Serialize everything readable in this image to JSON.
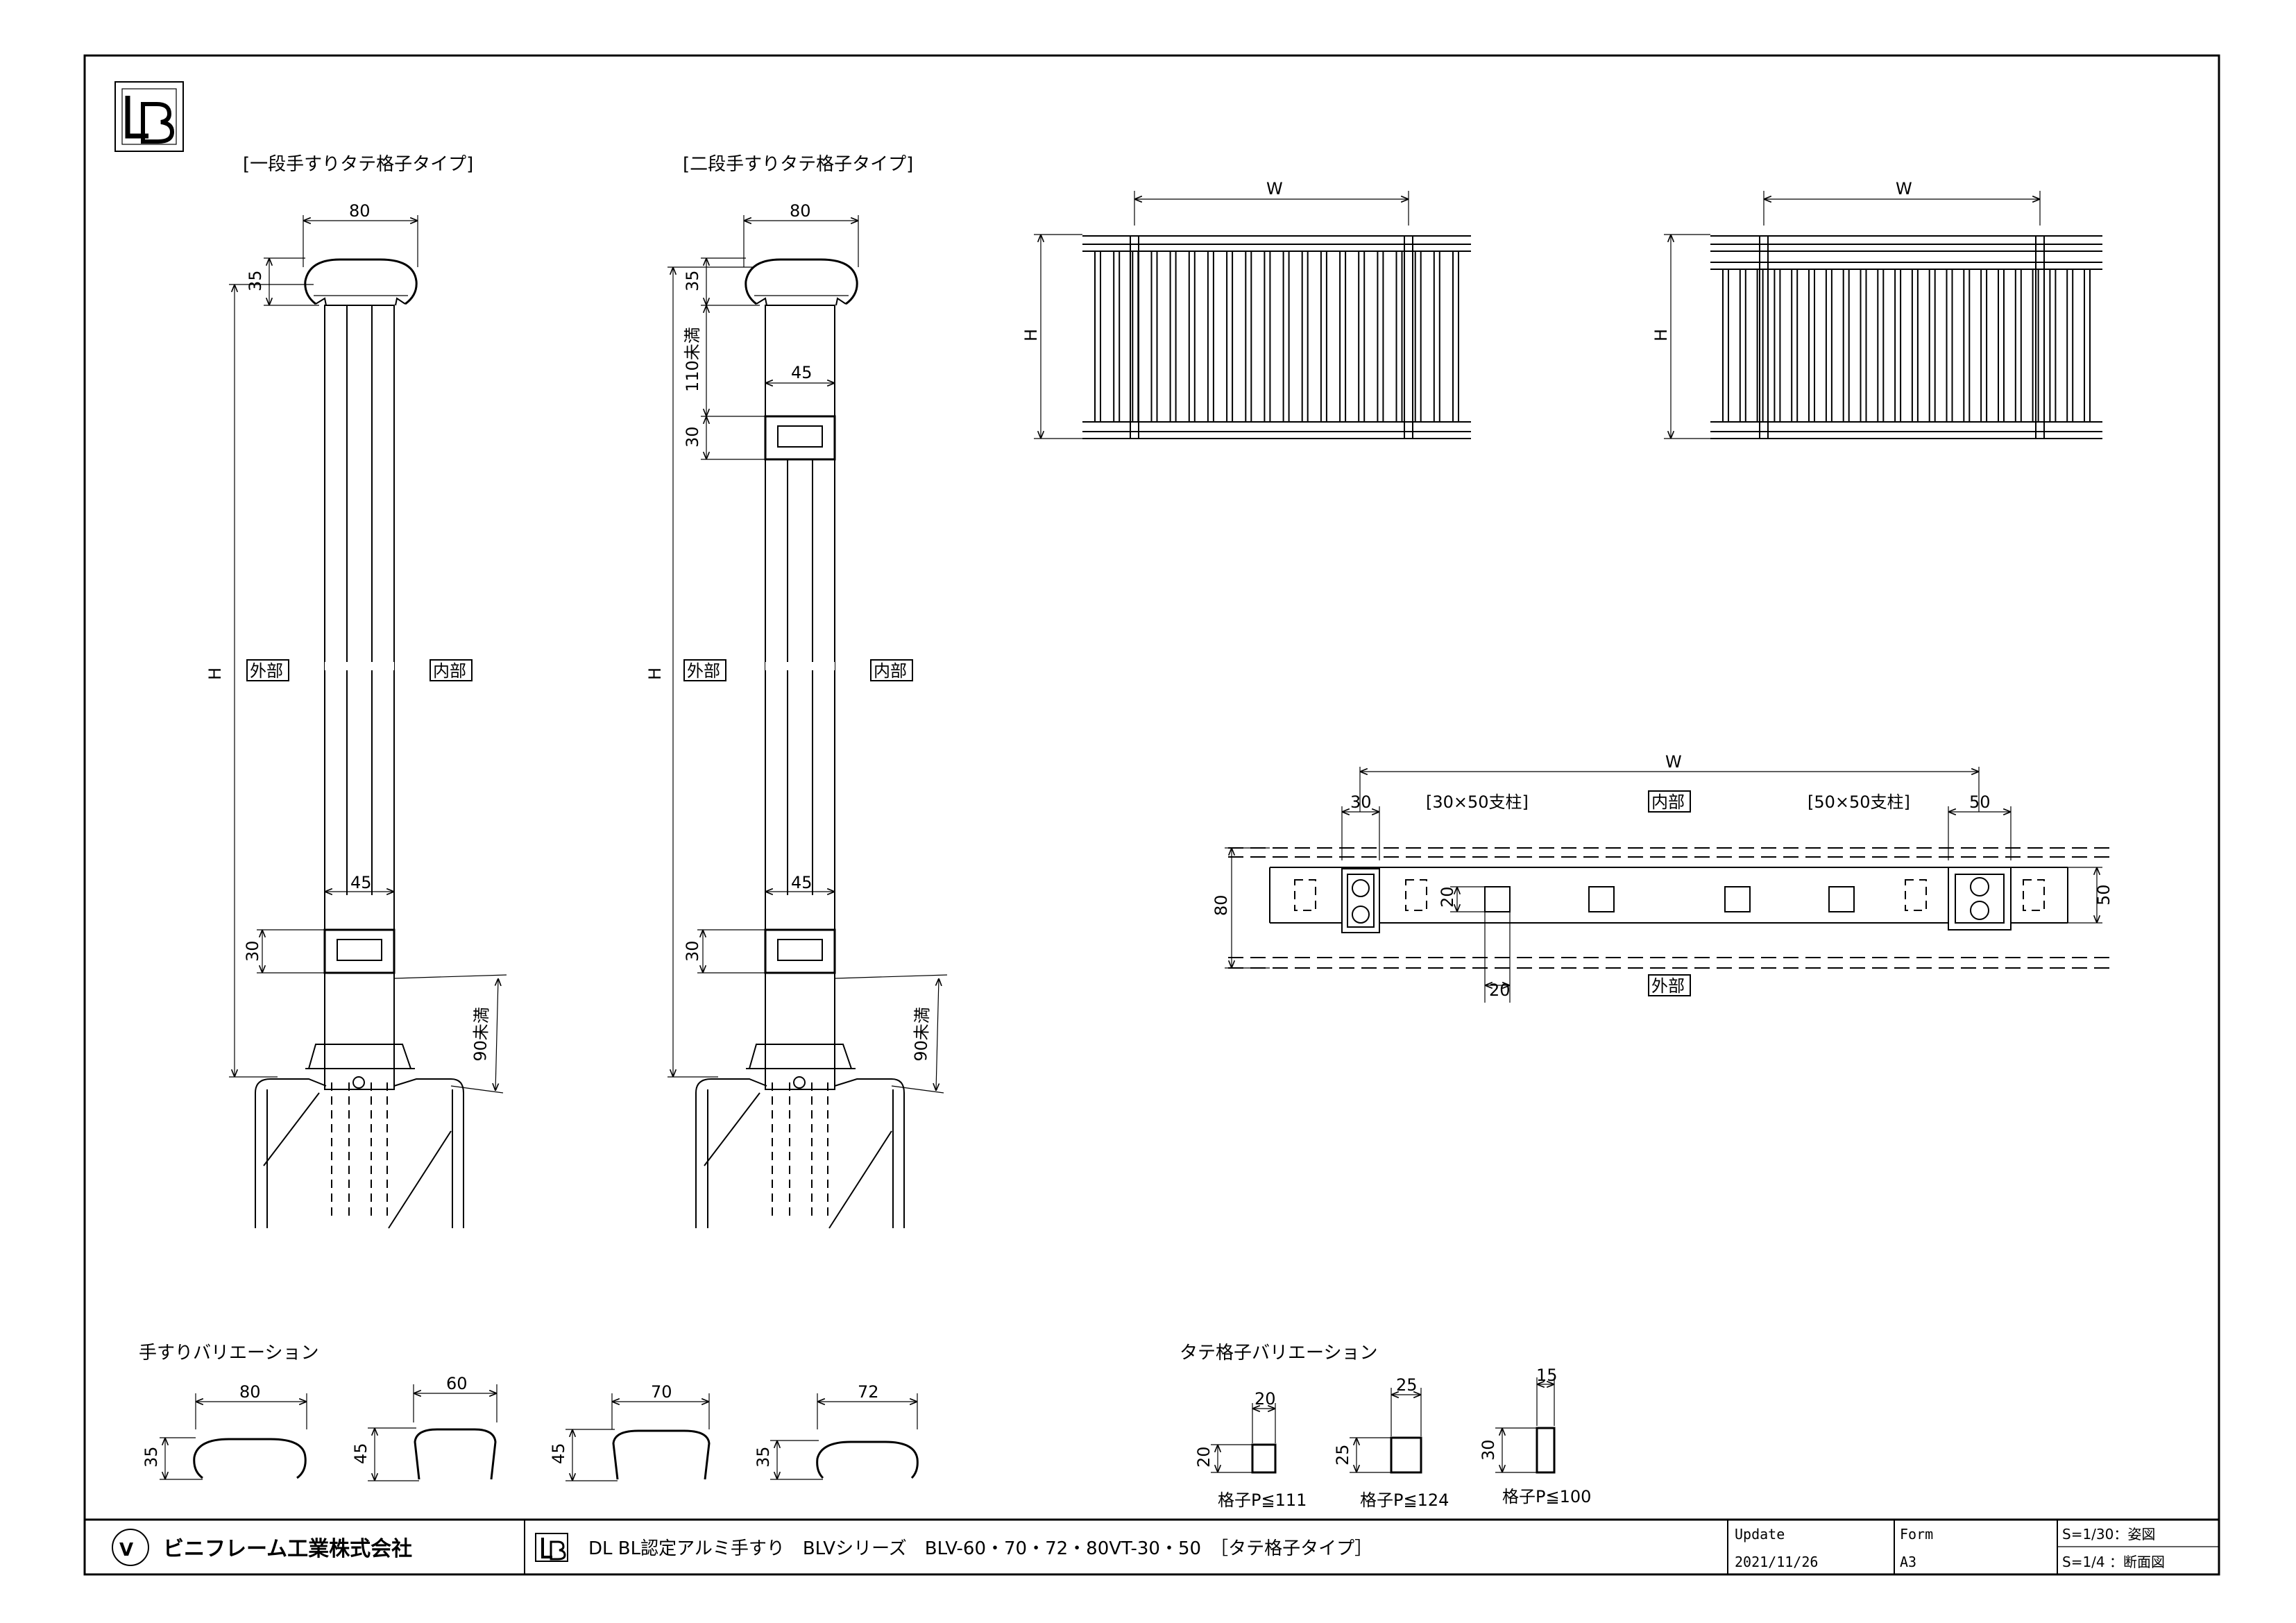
{
  "header": {
    "type_single": "[一段手すりタテ格子タイプ]",
    "type_double": "[二段手すりタテ格子タイプ]"
  },
  "single": {
    "width": "80",
    "rail_h": "35",
    "post_w": "45",
    "bottom_h": "30",
    "height": "H",
    "outside": "外部",
    "inside": "内部",
    "gap": "90未満"
  },
  "double": {
    "width": "80",
    "rail_h": "35",
    "gap_top": "110未満",
    "post_w_top": "45",
    "mid_h": "30",
    "post_w_bottom": "45",
    "bottom_h": "30",
    "height": "H",
    "outside": "外部",
    "inside": "内部",
    "gap": "90未満"
  },
  "elev1": {
    "w": "W",
    "h": "H"
  },
  "elev2": {
    "w": "W",
    "h": "H"
  },
  "plan": {
    "w": "W",
    "post30": "30",
    "label30": "[30×50支柱]",
    "inside": "内部",
    "label50": "[50×50支柱]",
    "post50": "50",
    "depth80": "80",
    "bar20v": "20",
    "bar20h": "20",
    "depth50": "50",
    "outside": "外部"
  },
  "rail_var": {
    "title": "手すりバリエーション",
    "items": [
      {
        "w": "80",
        "h": "35"
      },
      {
        "w": "60",
        "h": "45"
      },
      {
        "w": "70",
        "h": "45"
      },
      {
        "w": "72",
        "h": "35"
      }
    ]
  },
  "baluster_var": {
    "title": "タテ格子バリエーション",
    "items": [
      {
        "w": "20",
        "h": "20",
        "pitch": "格子P≦111"
      },
      {
        "w": "25",
        "h": "25",
        "pitch": "格子P≦124"
      },
      {
        "w": "15",
        "h": "30",
        "pitch": "格子P≦100"
      }
    ]
  },
  "title_block": {
    "company": "ビニフレーム工業株式会社",
    "drawing_title": "DL BL認定アルミ手すり　BLVシリーズ　BLV-60・70・72・80VT-30・50　［タテ格子タイプ］",
    "update_label": "Update",
    "update_value": "2021/11/26",
    "form_label": "Form",
    "form_value": "A3",
    "scale1": "S=1/30：姿図",
    "scale2": "S=1/4 ：断面図"
  }
}
